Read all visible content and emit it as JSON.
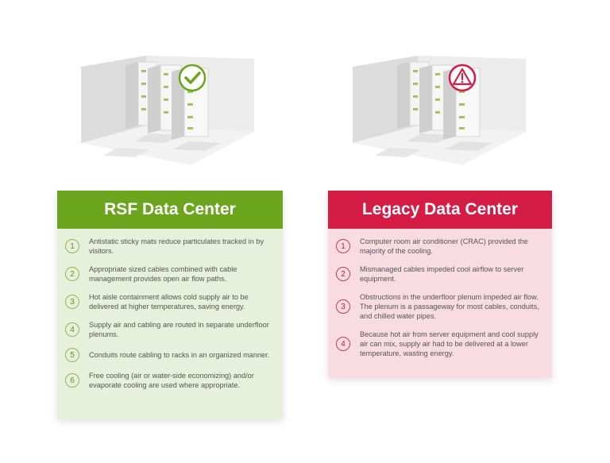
{
  "colors": {
    "rsf_accent": "#6aa51d",
    "rsf_panel": "#e7f0da",
    "legacy_accent": "#d51c45",
    "legacy_panel": "#f9dbe2"
  },
  "illustrations": {
    "rsf": {
      "badge_icon": "checkmark-icon"
    },
    "legacy": {
      "badge_icon": "warning-icon"
    }
  },
  "rsf": {
    "title": "RSF Data Center",
    "items": [
      {
        "num": "1",
        "text": "Antistatic sticky mats reduce particulates tracked in by visitors."
      },
      {
        "num": "2",
        "text": "Appropriate sized cables combined with cable management provides open air flow paths."
      },
      {
        "num": "3",
        "text": "Hot aisle containment allows cold supply air to be delivered at higher temperatures, saving energy."
      },
      {
        "num": "4",
        "text": "Supply air and cabling are routed in separate underfloor plenums."
      },
      {
        "num": "5",
        "text": "Conduits route cabling to racks in an organized manner."
      },
      {
        "num": "6",
        "text": "Free cooling (air or water-side economizing) and/or evaporate cooling are used where appropriate."
      }
    ]
  },
  "legacy": {
    "title": "Legacy Data Center",
    "items": [
      {
        "num": "1",
        "text": "Computer room air conditioner (CRAC) provided the majority of the cooling."
      },
      {
        "num": "2",
        "text": "Mismanaged cables impeded cool airflow to server equipment."
      },
      {
        "num": "3",
        "text": "Obstructions in the underfloor plenum impeded air flow. The plenum is a passageway for most cables, conduits, and chilled water pipes."
      },
      {
        "num": "4",
        "text": "Because hot air from server equipment and cool supply air can mix, supply air had to be delivered at a lower temperature, wasting energy."
      }
    ]
  }
}
